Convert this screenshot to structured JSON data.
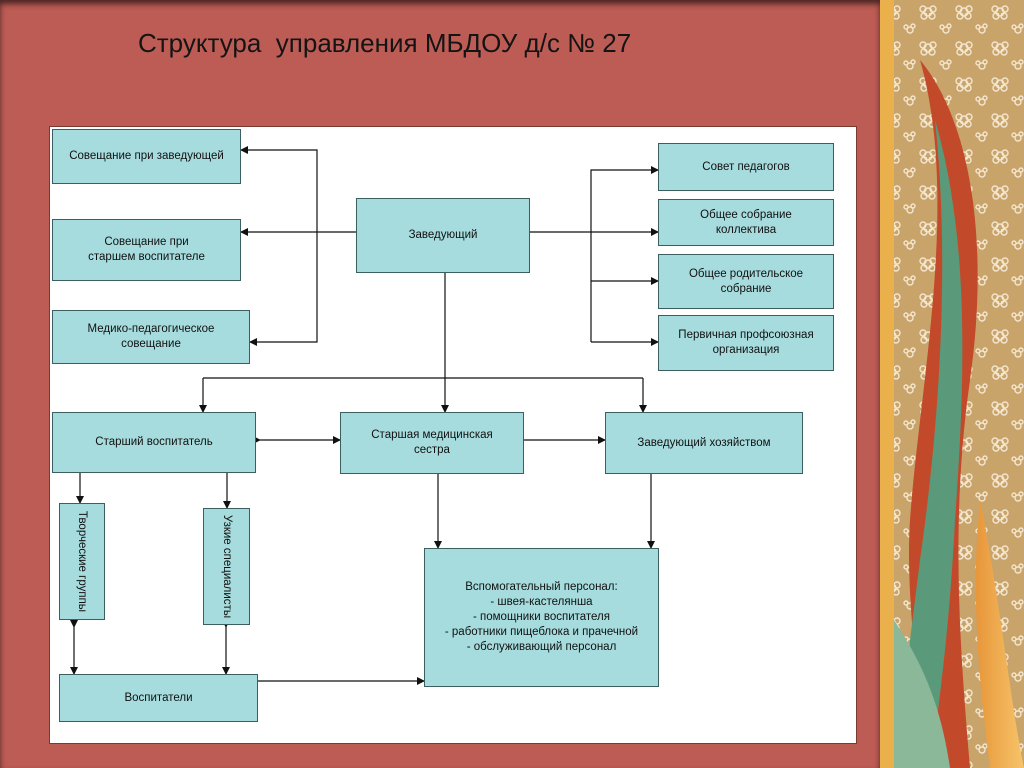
{
  "title": "Структура  управления МБДОУ д/с № 27",
  "colors": {
    "background": "#bc5c55",
    "box_fill": "#a7dcde",
    "box_border": "#3b5f60",
    "panel": "#ffffff"
  },
  "nodes": {
    "soveshchanie_zav": "Совещание при заведующей",
    "soveshchanie_star": "Совещание при\nстаршем воспитателе",
    "mediko": "Медико-педагогическое\nсовещание",
    "zaveduyushchiy": "Заведующий",
    "sovet_pedagogov": "Совет педагогов",
    "obshchee_sobranie": "Общее собрание\nколлектива",
    "roditelskoe": "Общее родительское\nсобрание",
    "profsoyuz": "Первичная профсоюзная\nорганизация",
    "starshiy_vosp": "Старший воспитатель",
    "med_sestra": "Старшая медицинская\nсестра",
    "zav_hoz": "Заведующий хозяйством",
    "tvorcheskie": "Творческие\nгруппы",
    "uzkie": "Узкие\nспециалисты",
    "vspomogatelnyy": "Вспомогательный персонал:\n- швея-кастелянша\n- помощники воспитателя\n- работники пищеблока и прачечной\n- обслуживающий персонал",
    "vospitateli": "Воспитатели"
  }
}
